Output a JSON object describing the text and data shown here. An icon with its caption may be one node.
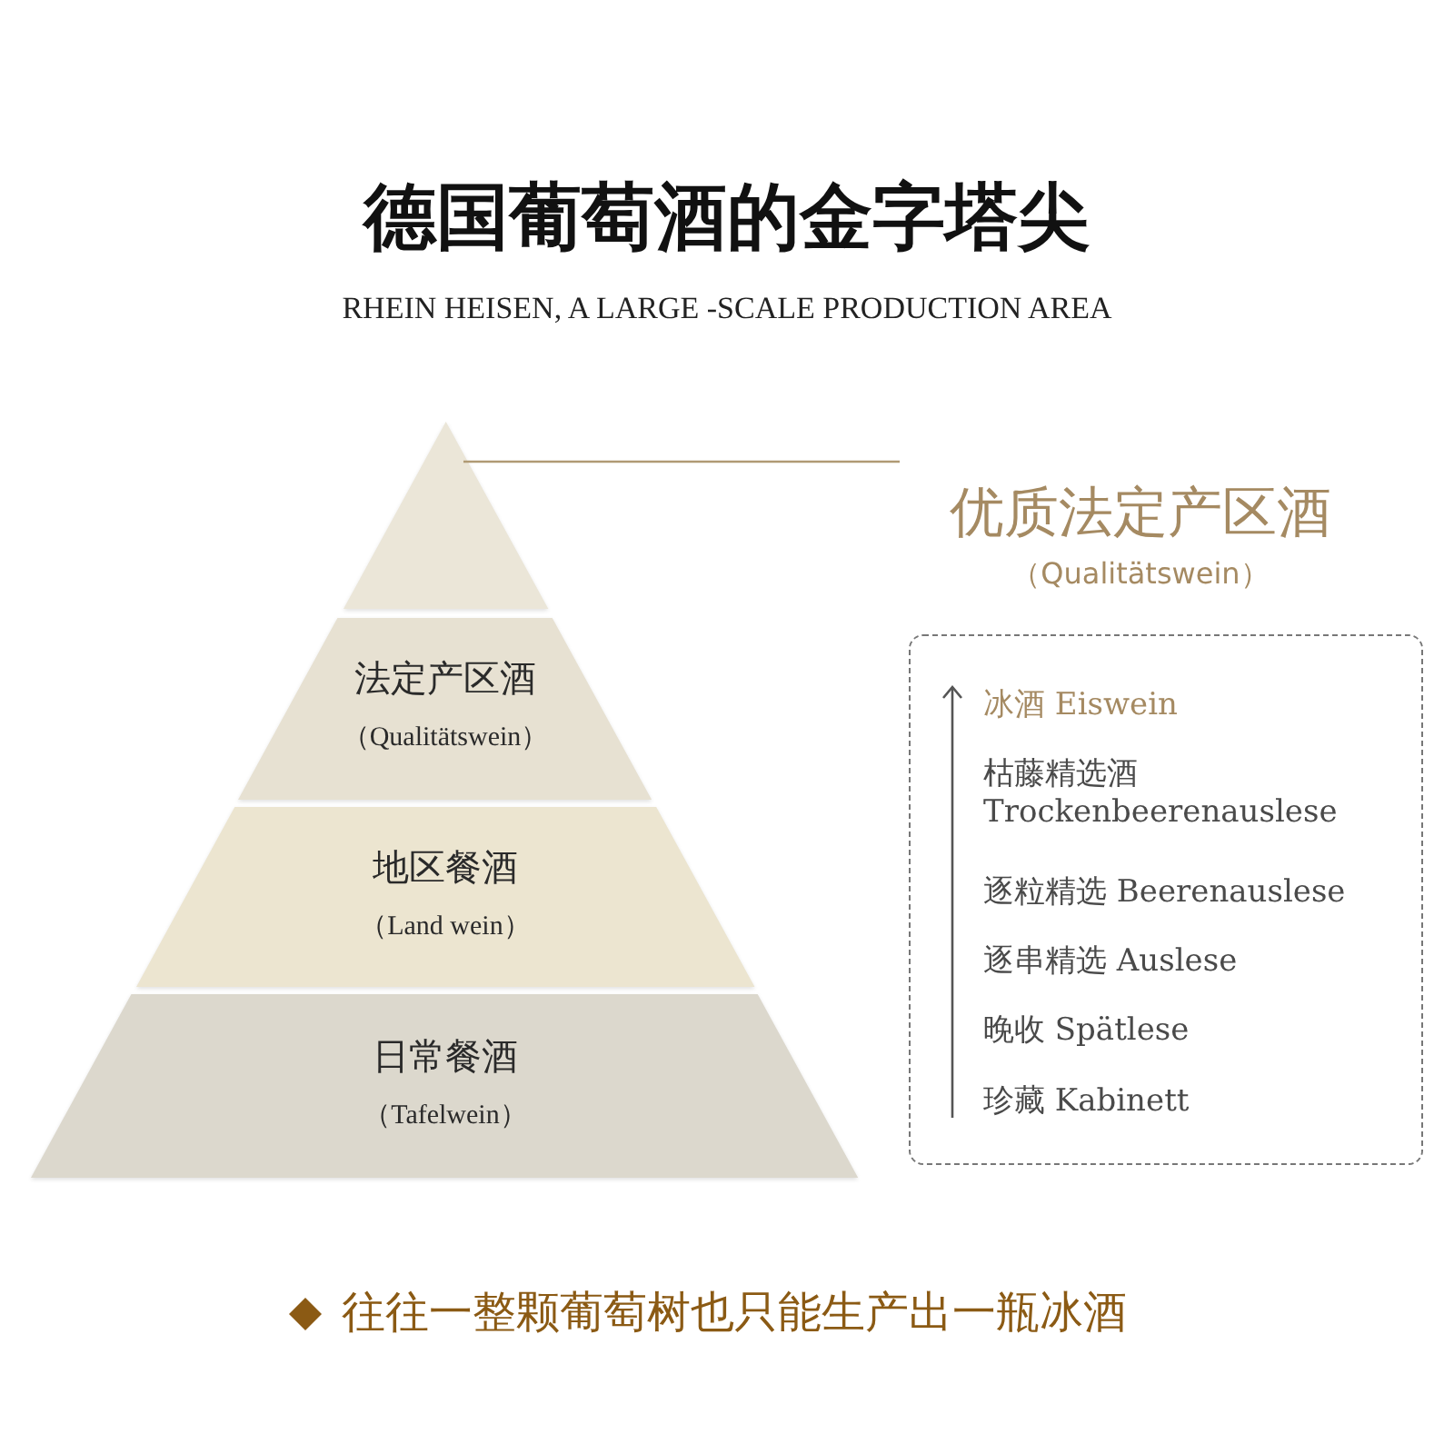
{
  "diagram": {
    "title": "德国葡萄酒的金字塔尖",
    "caption": "RHEIN HEISEN, A LARGE -SCALE PRODUCTION AREA",
    "nodes": [
      {
        "text": [],
        "shape": "triangle"
      },
      {
        "text": [
          "法定产区酒",
          "（Qualitätswein）"
        ]
      },
      {
        "text": [
          "地区餐酒",
          "（Land wein）"
        ]
      },
      {
        "text": [
          "日常餐酒",
          "（Tafelwein）"
        ]
      },
      {
        "text": [
          "优质法定产区酒",
          "（Qualitätswein）"
        ]
      },
      {
        "text": [
          "冰酒 Eiswein",
          "枯藤精选酒 Trockenbeerenauslese",
          "逐粒精选 Beerenauslese",
          "逐串精选 Auslese",
          "晚收 Spätlese",
          "珍藏 Kabinett"
        ]
      }
    ],
    "edges": [
      {
        "from": 4,
        "to": 0,
        "arrow": "none",
        "color": "#b09a74"
      }
    ],
    "labels": [
      "往往一整颗葡萄树也只能生产出一瓶冰酒"
    ]
  }
}
